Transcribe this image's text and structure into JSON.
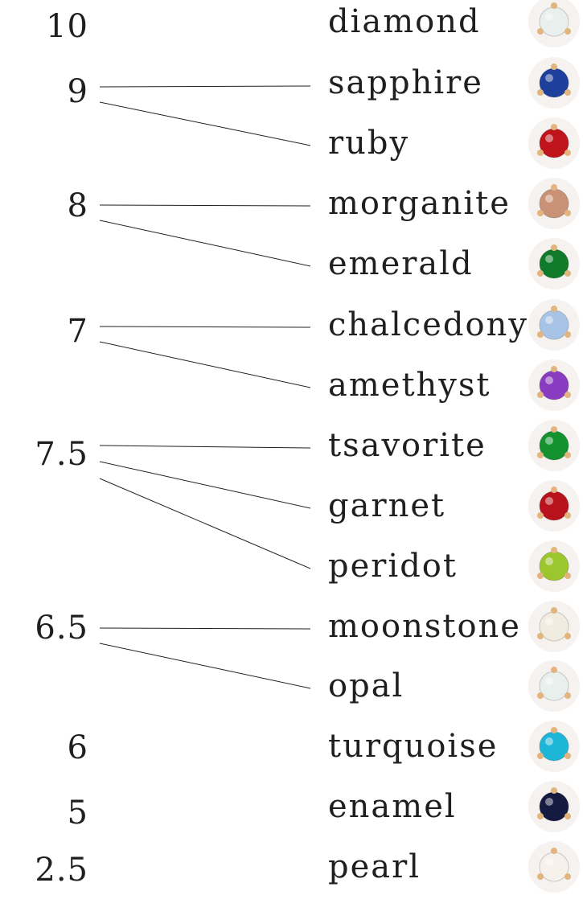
{
  "hardness_levels": [
    {
      "value": "10",
      "gems": [
        "diamond"
      ]
    },
    {
      "value": "9",
      "gems": [
        "sapphire",
        "ruby"
      ]
    },
    {
      "value": "8",
      "gems": [
        "morganite",
        "emerald"
      ]
    },
    {
      "value": "7",
      "gems": [
        "chalcedony",
        "amethyst"
      ]
    },
    {
      "value": "7.5",
      "gems": [
        "tsavorite",
        "garnet",
        "peridot"
      ]
    },
    {
      "value": "6.5",
      "gems": [
        "moonstone",
        "opal"
      ]
    },
    {
      "value": "6",
      "gems": [
        "turquoise"
      ]
    },
    {
      "value": "5",
      "gems": [
        "enamel"
      ]
    },
    {
      "value": "2.5",
      "gems": [
        "pearl"
      ]
    }
  ],
  "gems": [
    {
      "name": "diamond",
      "color": "#e9efec",
      "icon": "diamond-gem-icon"
    },
    {
      "name": "sapphire",
      "color": "#1f3f9c",
      "icon": "sapphire-gem-icon"
    },
    {
      "name": "ruby",
      "color": "#c0141c",
      "icon": "ruby-gem-icon"
    },
    {
      "name": "morganite",
      "color": "#c99277",
      "icon": "morganite-gem-icon"
    },
    {
      "name": "emerald",
      "color": "#0f7a2a",
      "icon": "emerald-gem-icon"
    },
    {
      "name": "chalcedony",
      "color": "#a7c3e6",
      "icon": "chalcedony-gem-icon"
    },
    {
      "name": "amethyst",
      "color": "#8a3cc0",
      "icon": "amethyst-gem-icon"
    },
    {
      "name": "tsavorite",
      "color": "#13922f",
      "icon": "tsavorite-gem-icon"
    },
    {
      "name": "garnet",
      "color": "#b8121c",
      "icon": "garnet-gem-icon"
    },
    {
      "name": "peridot",
      "color": "#9bc62e",
      "icon": "peridot-gem-icon"
    },
    {
      "name": "moonstone",
      "color": "#f1ece0",
      "icon": "moonstone-gem-icon"
    },
    {
      "name": "opal",
      "color": "#e8f0ee",
      "icon": "opal-gem-icon"
    },
    {
      "name": "turquoise",
      "color": "#1eb6d8",
      "icon": "turquoise-gem-icon"
    },
    {
      "name": "enamel",
      "color": "#151a40",
      "icon": "enamel-gem-icon"
    },
    {
      "name": "pearl",
      "color": "#f6f1ea",
      "icon": "pearl-gem-icon"
    }
  ],
  "colors": {
    "line": "#1f1f1f",
    "prong": "#e2b57e",
    "icon_bg": "#f5f2f0"
  }
}
